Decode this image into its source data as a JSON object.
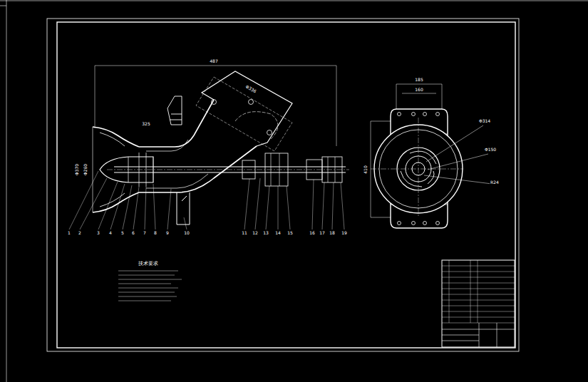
{
  "diagram": {
    "labels": [
      "487",
      "Φ336",
      "325",
      "Φ370",
      "Φ260",
      "185",
      "160",
      "410",
      "Φ314",
      "Φ150",
      "R24",
      "1",
      "2",
      "3",
      "4",
      "5",
      "6",
      "7",
      "8",
      "9",
      "10",
      "11",
      "12",
      "13",
      "14",
      "15",
      "16",
      "17",
      "18",
      "19",
      "技术要求"
    ]
  }
}
